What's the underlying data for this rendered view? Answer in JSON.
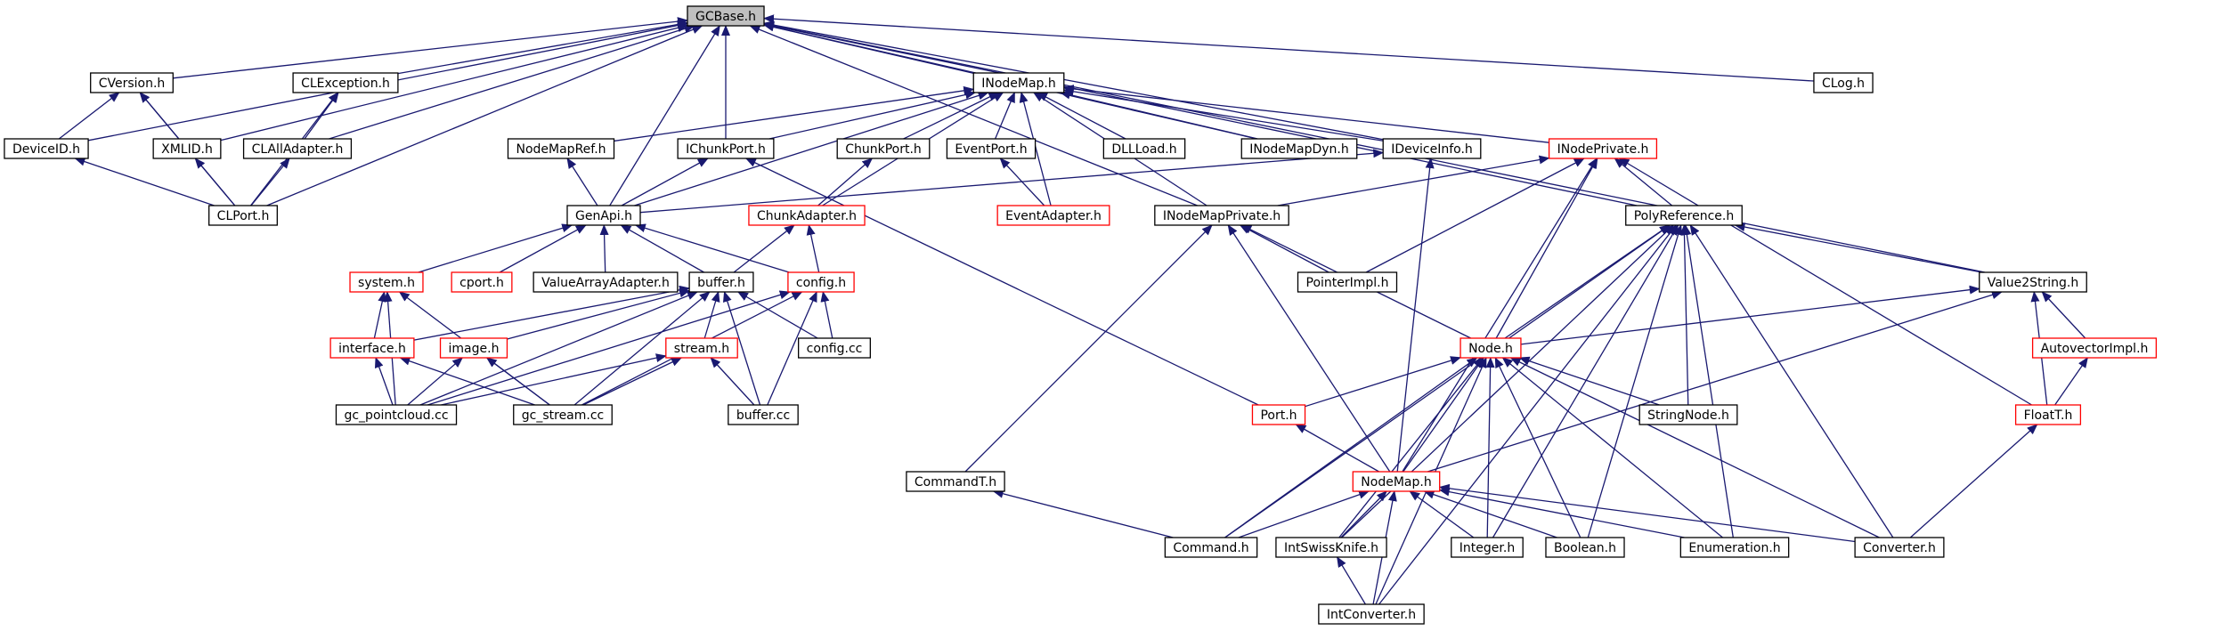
{
  "diagram": {
    "kind": "include-dependency-graph",
    "colors": {
      "root_fill": "#bfbfbf",
      "normal_border": "#000000",
      "truncated_border": "#ff0000",
      "edge": "#191970"
    },
    "nodes": [
      {
        "id": "gcbase",
        "label": "GCBase.h",
        "style": "root"
      },
      {
        "id": "cversion",
        "label": "CVersion.h",
        "style": "normal"
      },
      {
        "id": "clexception",
        "label": "CLException.h",
        "style": "normal"
      },
      {
        "id": "inodemap",
        "label": "INodeMap.h",
        "style": "normal"
      },
      {
        "id": "clog",
        "label": "CLog.h",
        "style": "normal"
      },
      {
        "id": "deviceid",
        "label": "DeviceID.h",
        "style": "normal"
      },
      {
        "id": "xmlid",
        "label": "XMLID.h",
        "style": "normal"
      },
      {
        "id": "clalladapter",
        "label": "CLAllAdapter.h",
        "style": "normal"
      },
      {
        "id": "nodemapref",
        "label": "NodeMapRef.h",
        "style": "normal"
      },
      {
        "id": "ichunkport",
        "label": "IChunkPort.h",
        "style": "normal"
      },
      {
        "id": "chunkport",
        "label": "ChunkPort.h",
        "style": "normal"
      },
      {
        "id": "eventport",
        "label": "EventPort.h",
        "style": "normal"
      },
      {
        "id": "dllload",
        "label": "DLLLoad.h",
        "style": "normal"
      },
      {
        "id": "inodemapdyn",
        "label": "INodeMapDyn.h",
        "style": "normal"
      },
      {
        "id": "ideviceinfo",
        "label": "IDeviceInfo.h",
        "style": "normal"
      },
      {
        "id": "inodeprivate",
        "label": "INodePrivate.h",
        "style": "truncated"
      },
      {
        "id": "clport",
        "label": "CLPort.h",
        "style": "normal"
      },
      {
        "id": "genapi",
        "label": "GenApi.h",
        "style": "normal"
      },
      {
        "id": "chunkadapter",
        "label": "ChunkAdapter.h",
        "style": "truncated"
      },
      {
        "id": "eventadapter",
        "label": "EventAdapter.h",
        "style": "truncated"
      },
      {
        "id": "inodemapprivate",
        "label": "INodeMapPrivate.h",
        "style": "normal"
      },
      {
        "id": "polyreference",
        "label": "PolyReference.h",
        "style": "normal"
      },
      {
        "id": "systemh",
        "label": "system.h",
        "style": "truncated"
      },
      {
        "id": "cport",
        "label": "cport.h",
        "style": "truncated"
      },
      {
        "id": "valuearrayadapter",
        "label": "ValueArrayAdapter.h",
        "style": "normal"
      },
      {
        "id": "bufferh",
        "label": "buffer.h",
        "style": "normal"
      },
      {
        "id": "configh",
        "label": "config.h",
        "style": "truncated"
      },
      {
        "id": "pointerimpl",
        "label": "PointerImpl.h",
        "style": "normal"
      },
      {
        "id": "value2string",
        "label": "Value2String.h",
        "style": "normal"
      },
      {
        "id": "interfaceh",
        "label": "interface.h",
        "style": "truncated"
      },
      {
        "id": "imageh",
        "label": "image.h",
        "style": "truncated"
      },
      {
        "id": "streamh",
        "label": "stream.h",
        "style": "truncated"
      },
      {
        "id": "configcc",
        "label": "config.cc",
        "style": "normal"
      },
      {
        "id": "nodeh",
        "label": "Node.h",
        "style": "truncated"
      },
      {
        "id": "autovectorimpl",
        "label": "AutovectorImpl.h",
        "style": "truncated"
      },
      {
        "id": "gcpointcloud",
        "label": "gc_pointcloud.cc",
        "style": "normal"
      },
      {
        "id": "gcstream",
        "label": "gc_stream.cc",
        "style": "normal"
      },
      {
        "id": "buffercc",
        "label": "buffer.cc",
        "style": "normal"
      },
      {
        "id": "porth",
        "label": "Port.h",
        "style": "truncated"
      },
      {
        "id": "stringnode",
        "label": "StringNode.h",
        "style": "normal"
      },
      {
        "id": "floatt",
        "label": "FloatT.h",
        "style": "truncated"
      },
      {
        "id": "commandt",
        "label": "CommandT.h",
        "style": "normal"
      },
      {
        "id": "nodemap",
        "label": "NodeMap.h",
        "style": "truncated"
      },
      {
        "id": "command",
        "label": "Command.h",
        "style": "normal"
      },
      {
        "id": "intswissknife",
        "label": "IntSwissKnife.h",
        "style": "normal"
      },
      {
        "id": "integer",
        "label": "Integer.h",
        "style": "normal"
      },
      {
        "id": "boolean",
        "label": "Boolean.h",
        "style": "normal"
      },
      {
        "id": "enumeration",
        "label": "Enumeration.h",
        "style": "normal"
      },
      {
        "id": "converter",
        "label": "Converter.h",
        "style": "normal"
      },
      {
        "id": "intconverter",
        "label": "IntConverter.h",
        "style": "normal"
      }
    ],
    "edges": [
      [
        "cversion",
        "gcbase"
      ],
      [
        "clexception",
        "gcbase"
      ],
      [
        "inodemap",
        "gcbase"
      ],
      [
        "clog",
        "gcbase"
      ],
      [
        "deviceid",
        "gcbase"
      ],
      [
        "xmlid",
        "gcbase"
      ],
      [
        "clalladapter",
        "gcbase"
      ],
      [
        "clport",
        "gcbase"
      ],
      [
        "genapi",
        "gcbase"
      ],
      [
        "ichunkport",
        "gcbase"
      ],
      [
        "inodemapdyn",
        "gcbase"
      ],
      [
        "ideviceinfo",
        "gcbase"
      ],
      [
        "inodemapprivate",
        "gcbase"
      ],
      [
        "polyreference",
        "gcbase"
      ],
      [
        "value2string",
        "gcbase"
      ],
      [
        "deviceid",
        "cversion"
      ],
      [
        "xmlid",
        "cversion"
      ],
      [
        "clport",
        "cversion"
      ],
      [
        "clalladapter",
        "clexception"
      ],
      [
        "clport",
        "clexception"
      ],
      [
        "clport",
        "deviceid"
      ],
      [
        "clport",
        "xmlid"
      ],
      [
        "clport",
        "clalladapter"
      ],
      [
        "nodemapref",
        "inodemap"
      ],
      [
        "ichunkport",
        "inodemap"
      ],
      [
        "chunkport",
        "inodemap"
      ],
      [
        "eventport",
        "inodemap"
      ],
      [
        "dllload",
        "inodemap"
      ],
      [
        "inodemapdyn",
        "inodemap"
      ],
      [
        "ideviceinfo",
        "inodemap"
      ],
      [
        "inodeprivate",
        "inodemap"
      ],
      [
        "genapi",
        "inodemap"
      ],
      [
        "chunkadapter",
        "inodemap"
      ],
      [
        "eventadapter",
        "inodemap"
      ],
      [
        "inodemapprivate",
        "inodemap"
      ],
      [
        "genapi",
        "nodemapref"
      ],
      [
        "genapi",
        "ichunkport"
      ],
      [
        "genapi",
        "ideviceinfo"
      ],
      [
        "chunkadapter",
        "chunkport"
      ],
      [
        "eventadapter",
        "eventport"
      ],
      [
        "porth",
        "ichunkport"
      ],
      [
        "inodemapprivate",
        "inodeprivate"
      ],
      [
        "polyreference",
        "inodeprivate"
      ],
      [
        "pointerimpl",
        "inodeprivate"
      ],
      [
        "nodeh",
        "inodeprivate"
      ],
      [
        "nodemap",
        "inodeprivate"
      ],
      [
        "floatt",
        "inodeprivate"
      ],
      [
        "nodemap",
        "ideviceinfo"
      ],
      [
        "systemh",
        "genapi"
      ],
      [
        "cport",
        "genapi"
      ],
      [
        "valuearrayadapter",
        "genapi"
      ],
      [
        "bufferh",
        "genapi"
      ],
      [
        "configh",
        "genapi"
      ],
      [
        "bufferh",
        "chunkadapter"
      ],
      [
        "configh",
        "chunkadapter"
      ],
      [
        "pointerimpl",
        "inodemapprivate"
      ],
      [
        "nodeh",
        "inodemapprivate"
      ],
      [
        "nodemap",
        "inodemapprivate"
      ],
      [
        "commandt",
        "inodemapprivate"
      ],
      [
        "value2string",
        "polyreference"
      ],
      [
        "nodeh",
        "polyreference"
      ],
      [
        "stringnode",
        "polyreference"
      ],
      [
        "command",
        "polyreference"
      ],
      [
        "integer",
        "polyreference"
      ],
      [
        "boolean",
        "polyreference"
      ],
      [
        "enumeration",
        "polyreference"
      ],
      [
        "converter",
        "polyreference"
      ],
      [
        "intswissknife",
        "polyreference"
      ],
      [
        "intconverter",
        "polyreference"
      ],
      [
        "interfaceh",
        "systemh"
      ],
      [
        "gcpointcloud",
        "systemh"
      ],
      [
        "gcstream",
        "systemh"
      ],
      [
        "imageh",
        "bufferh"
      ],
      [
        "streamh",
        "bufferh"
      ],
      [
        "configcc",
        "bufferh"
      ],
      [
        "gcpointcloud",
        "bufferh"
      ],
      [
        "gcstream",
        "bufferh"
      ],
      [
        "buffercc",
        "bufferh"
      ],
      [
        "interfaceh",
        "bufferh"
      ],
      [
        "configcc",
        "configh"
      ],
      [
        "gcpointcloud",
        "configh"
      ],
      [
        "gcstream",
        "configh"
      ],
      [
        "buffercc",
        "configh"
      ],
      [
        "gcpointcloud",
        "interfaceh"
      ],
      [
        "gcstream",
        "interfaceh"
      ],
      [
        "gcpointcloud",
        "imageh"
      ],
      [
        "gcstream",
        "imageh"
      ],
      [
        "gcstream",
        "streamh"
      ],
      [
        "buffercc",
        "streamh"
      ],
      [
        "gcpointcloud",
        "streamh"
      ],
      [
        "nodeh",
        "value2string"
      ],
      [
        "autovectorimpl",
        "value2string"
      ],
      [
        "floatt",
        "value2string"
      ],
      [
        "nodemap",
        "value2string"
      ],
      [
        "floatt",
        "autovectorimpl"
      ],
      [
        "converter",
        "floatt"
      ],
      [
        "porth",
        "nodeh"
      ],
      [
        "stringnode",
        "nodeh"
      ],
      [
        "nodemap",
        "nodeh"
      ],
      [
        "command",
        "nodeh"
      ],
      [
        "intswissknife",
        "nodeh"
      ],
      [
        "integer",
        "nodeh"
      ],
      [
        "boolean",
        "nodeh"
      ],
      [
        "enumeration",
        "nodeh"
      ],
      [
        "converter",
        "nodeh"
      ],
      [
        "intconverter",
        "nodeh"
      ],
      [
        "nodemap",
        "porth"
      ],
      [
        "command",
        "commandt"
      ],
      [
        "command",
        "nodemap"
      ],
      [
        "intswissknife",
        "nodemap"
      ],
      [
        "integer",
        "nodemap"
      ],
      [
        "boolean",
        "nodemap"
      ],
      [
        "enumeration",
        "nodemap"
      ],
      [
        "converter",
        "nodemap"
      ],
      [
        "intconverter",
        "nodemap"
      ],
      [
        "intconverter",
        "intswissknife"
      ]
    ]
  }
}
